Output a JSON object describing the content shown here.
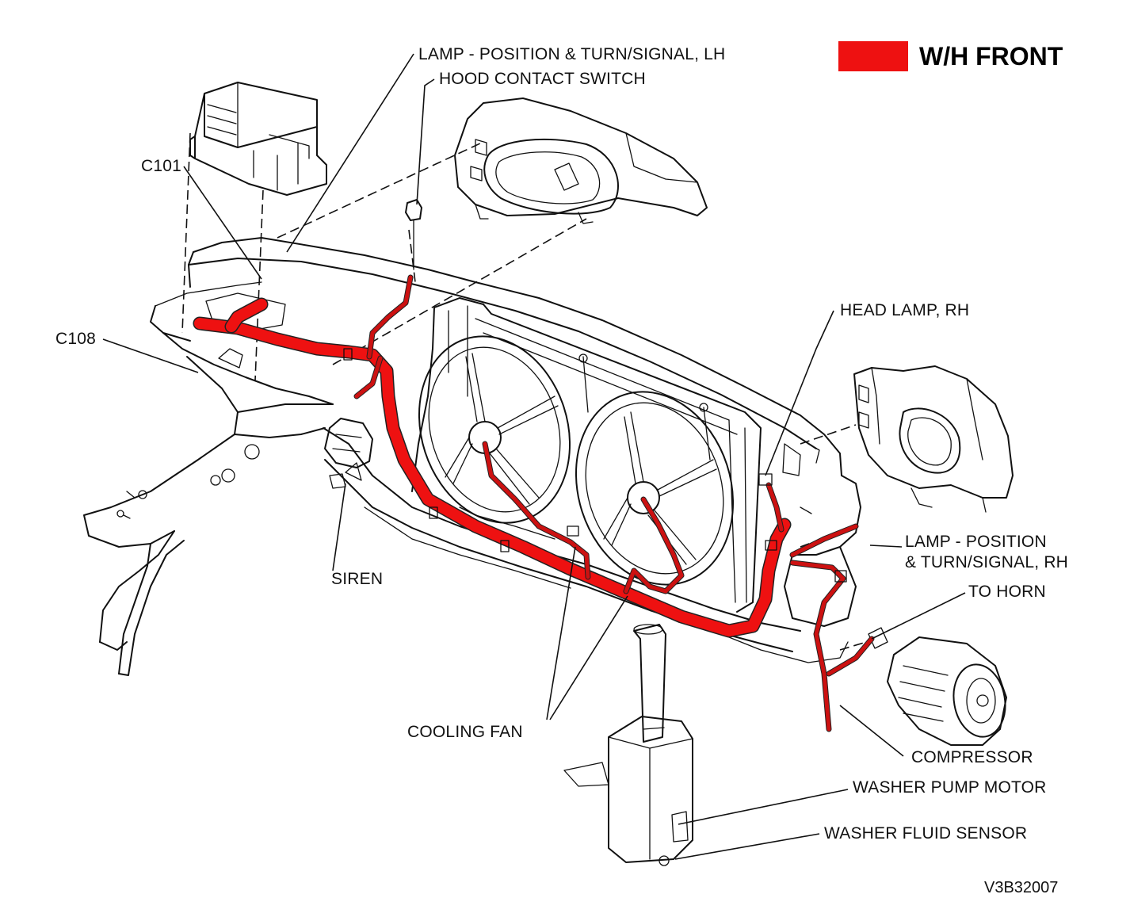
{
  "legend": {
    "label": "W/H FRONT",
    "color": "#ee1111"
  },
  "labels": {
    "lamp_lh": "LAMP - POSITION & TURN/SIGNAL, LH",
    "hood_switch": "HOOD CONTACT SWITCH",
    "c101": "C101",
    "c108": "C108",
    "head_lamp_rh": "HEAD LAMP, RH",
    "lamp_rh_line1": "LAMP - POSITION",
    "lamp_rh_line2": "& TURN/SIGNAL, RH",
    "to_horn": "TO HORN",
    "siren": "SIREN",
    "cooling_fan": "COOLING FAN",
    "compressor": "COMPRESSOR",
    "washer_pump": "WASHER PUMP MOTOR",
    "washer_sensor": "WASHER FLUID SENSOR"
  },
  "figure_code": "V3B32007"
}
